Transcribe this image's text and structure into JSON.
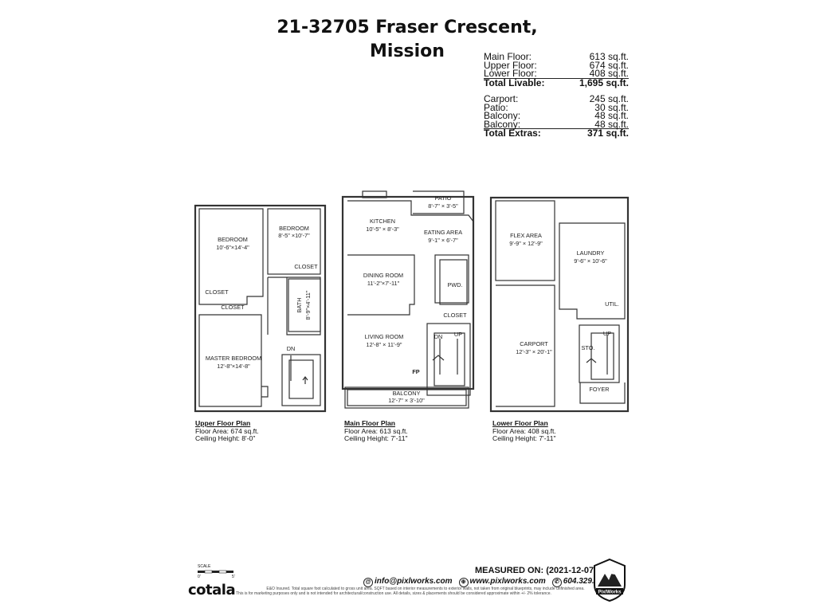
{
  "title": {
    "line1": "21-32705 Fraser Crescent,",
    "line2": "Mission"
  },
  "areas": {
    "livable": [
      {
        "label": "Main Floor:",
        "value": "613 sq.ft."
      },
      {
        "label": "Upper Floor:",
        "value": "674 sq.ft."
      },
      {
        "label": "Lower Floor:",
        "value": "408 sq.ft."
      }
    ],
    "total_livable": {
      "label": "Total Livable:",
      "value": "1,695 sq.ft."
    },
    "extras": [
      {
        "label": "Carport:",
        "value": "245 sq.ft."
      },
      {
        "label": "Patio:",
        "value": "30 sq.ft."
      },
      {
        "label": "Balcony:",
        "value": "48 sq.ft."
      },
      {
        "label": "Balcony:",
        "value": "48 sq.ft."
      }
    ],
    "total_extras": {
      "label": "Total Extras:",
      "value": "371 sq.ft."
    }
  },
  "rooms": {
    "upper": {
      "bedroom1": {
        "name": "BEDROOM",
        "dims": "10'-6\"×14'-4\""
      },
      "bedroom2": {
        "name": "BEDROOM",
        "dims": "8'-5\" ×10'-7\""
      },
      "closet1": "CLOSET",
      "closet2": "CLOSET",
      "closet3": "CLOSET",
      "bath": {
        "name": "BATH",
        "dims": "8'-9\"×4'-11\""
      },
      "master": {
        "name": "MASTER BEDROOM",
        "dims": "12'-8\"×14'-8\""
      },
      "dn": "DN"
    },
    "main": {
      "patio": {
        "name": "PATIO",
        "dims": "8'-7\" × 3'-5\""
      },
      "kitchen": {
        "name": "KITCHEN",
        "dims": "10'-5\" × 8'-3\""
      },
      "eating": {
        "name": "EATING AREA",
        "dims": "9'-1\" × 6'-7\""
      },
      "dining": {
        "name": "DINING ROOM",
        "dims": "11'-2\"×7'-11\""
      },
      "pwd": "PWD.",
      "closet": "CLOSET",
      "living": {
        "name": "LIVING ROOM",
        "dims": "12'-8\" × 11'-9\""
      },
      "dn": "DN",
      "up": "UP",
      "fp": "FP",
      "balcony": {
        "name": "BALCONY",
        "dims": "12'-7\" × 3'-10\""
      }
    },
    "lower": {
      "flex": {
        "name": "FLEX AREA",
        "dims": "9'-9\" × 12'-9\""
      },
      "laundry": {
        "name": "LAUNDRY",
        "dims": "9'-6\" × 10'-6\""
      },
      "util": "UTIL.",
      "carport": {
        "name": "CARPORT",
        "dims": "12'-3\" × 20'-1\""
      },
      "up": "UP",
      "sto": "STO.",
      "foyer": "FOYER"
    }
  },
  "plans": {
    "upper": {
      "title": "Upper Floor Plan",
      "area": "Floor Area: 674 sq.ft.",
      "ceiling": "Ceiling Height: 8'-0\""
    },
    "main": {
      "title": "Main Floor Plan",
      "area": "Floor Area: 613 sq.ft.",
      "ceiling": "Ceiling Height: 7'-11\""
    },
    "lower": {
      "title": "Lower Floor Plan",
      "area": "Floor Area: 408 sq.ft.",
      "ceiling": "Ceiling Height: 7'-11\""
    }
  },
  "footer": {
    "scale_label": "SCALE",
    "scale_0": "0'",
    "scale_5": "5'",
    "brand": "cotala",
    "measured": "MEASURED ON: (2021-12-07)",
    "email": "info@pixlworks.com",
    "website": "www.pixlworks.com",
    "phone": "604.329.5788",
    "disclaimer1": "E&O Insured. Total square foot calculated to gross unit area. SQFT based on interior measurements to exterior walls, not taken from original blueprints, may include unfinished area.",
    "disclaimer2": "This is for marketing purposes only and is not intended for architectural/construction use. All details, sizes & placements should be considered approximate within +/- 2% tolerance.",
    "logo_text": "PixlWorks",
    "icons": {
      "email": "email-icon",
      "web": "globe-icon",
      "phone": "phone-icon"
    }
  }
}
